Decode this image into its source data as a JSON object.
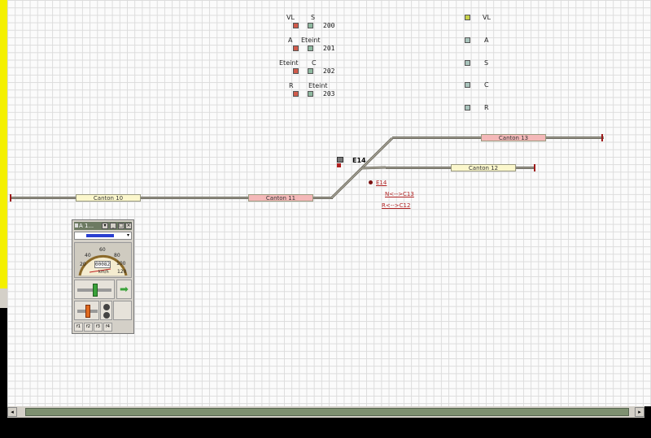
{
  "signals_top": {
    "rows": [
      {
        "left_label": "VL",
        "right_label": "S",
        "address": "200"
      },
      {
        "left_label": "A",
        "right_label": "Eteint",
        "address": "201"
      },
      {
        "left_label": "Eteint",
        "right_label": "C",
        "address": "202"
      },
      {
        "left_label": "R",
        "right_label": "Eteint",
        "address": "203"
      }
    ]
  },
  "signal_legend": [
    "VL",
    "A",
    "S",
    "C",
    "R"
  ],
  "cantons": [
    "Canton 10",
    "Canton 11",
    "Canton 12",
    "Canton 13"
  ],
  "switch": {
    "name": "E14",
    "route_title": "E14",
    "routes": [
      "N<-->C13",
      "R<-->C12"
    ]
  },
  "throttle": {
    "title": "A 1...",
    "speed_labels": [
      "40",
      "60",
      "80",
      "20",
      "100",
      "120"
    ],
    "odometer": "00082",
    "unit": "km/h",
    "functions": [
      "f1",
      "f2",
      "f3",
      "f4"
    ]
  },
  "colors": {
    "canton_free": "#fbf7cc",
    "canton_occupied": "#f4b8b8",
    "track_end": "#9e1a1a",
    "link": "#b02020"
  }
}
